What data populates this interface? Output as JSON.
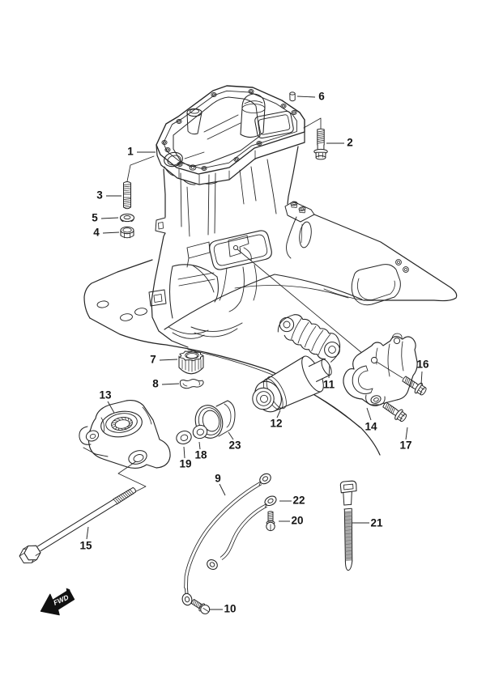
{
  "diagram": {
    "background_color": "#ffffff",
    "line_color": "#262626",
    "fwd_marker": "FWD",
    "description": "exploded parts diagram of a drive shaft housing with numbered callouts"
  },
  "callouts": [
    {
      "label": "1"
    },
    {
      "label": "2"
    },
    {
      "label": "3"
    },
    {
      "label": "4"
    },
    {
      "label": "5"
    },
    {
      "label": "6"
    },
    {
      "label": "7"
    },
    {
      "label": "8"
    },
    {
      "label": "9"
    },
    {
      "label": "10"
    },
    {
      "label": "11"
    },
    {
      "label": "12"
    },
    {
      "label": "13"
    },
    {
      "label": "14"
    },
    {
      "label": "15"
    },
    {
      "label": "16"
    },
    {
      "label": "17"
    },
    {
      "label": "18"
    },
    {
      "label": "19"
    },
    {
      "label": "20"
    },
    {
      "label": "21"
    },
    {
      "label": "22"
    },
    {
      "label": "23"
    }
  ]
}
